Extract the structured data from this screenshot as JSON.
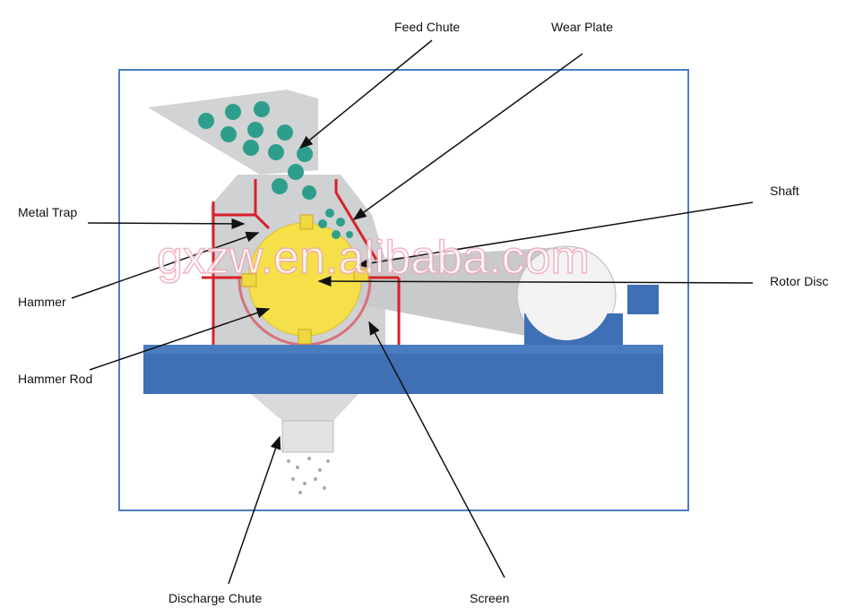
{
  "labels": {
    "feed_chute": "Feed Chute",
    "wear_plate": "Wear Plate",
    "shaft": "Shaft",
    "metal_trap": "Metal Trap",
    "rotor_disc": "Rotor Disc",
    "hammer": "Hammer",
    "hammer_rod": "Hammer Rod",
    "discharge_chute": "Discharge Chute",
    "screen": "Screen"
  },
  "watermark": "gxzw.en.alibaba.com",
  "colors": {
    "frame": "#4a7fc0",
    "base": "#3f6fb5",
    "housing": "#cfd1d3",
    "rotor": "#f5e04a",
    "red_lines": "#d8202a",
    "stones": "#2e9e8c",
    "watermark": "#f2a7b8"
  }
}
